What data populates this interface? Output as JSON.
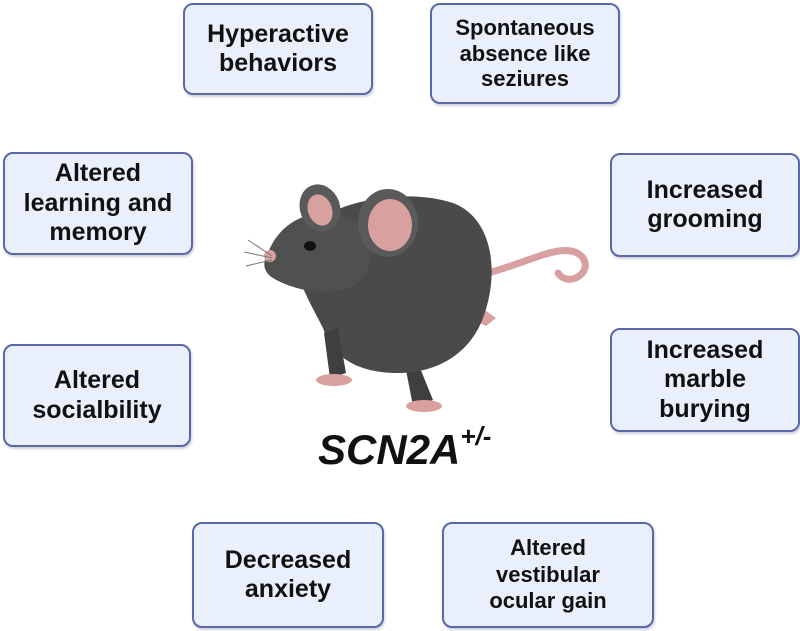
{
  "phenotypes": {
    "hyperactive": "Hyperactive\nbehaviors",
    "spontaneous": "Spontaneous\nabsence like\nseziures",
    "learning": "Altered\nlearning and\nmemory",
    "grooming": "Increased\ngrooming",
    "sociability": "Altered\nsocialbility",
    "marble": "Increased\nmarble\nburying",
    "anxiety": "Decreased\nanxiety",
    "vestibular": "Altered\nvestibular\nocular gain"
  },
  "gene": {
    "name": "SCN2A",
    "genotype": "+/-"
  },
  "colors": {
    "box_fill": "#eaf0fb",
    "box_border": "#5b68a8",
    "mouse_body": "#4a4a4a",
    "mouse_pink": "#d9a0a0"
  }
}
